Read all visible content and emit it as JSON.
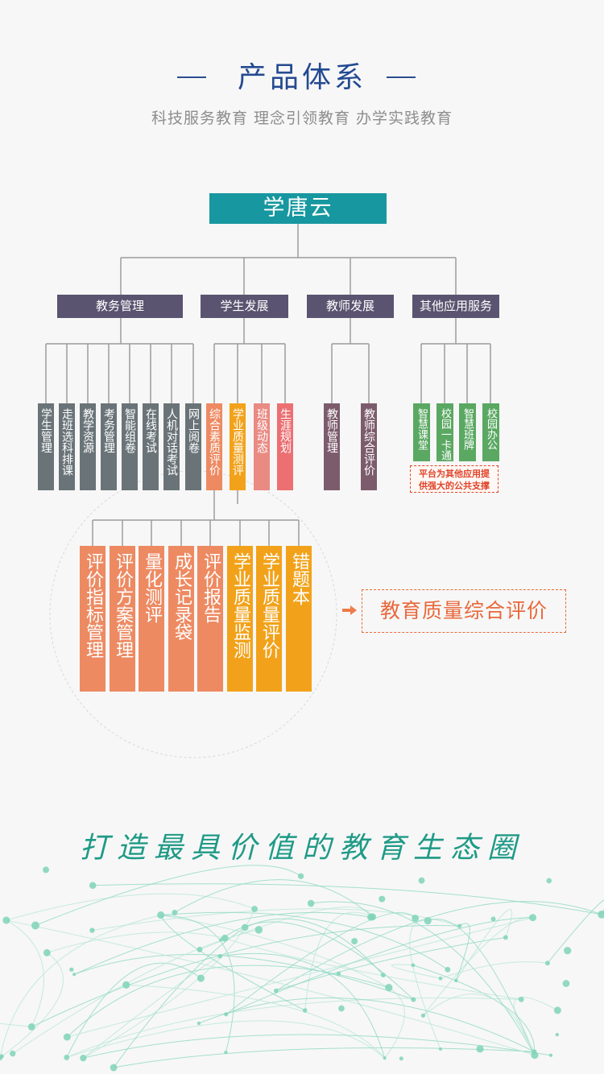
{
  "header": {
    "title": "产品体系",
    "subtitle": "科技服务教育 理念引领教育 办学实践教育"
  },
  "root": {
    "label": "学唐云"
  },
  "categories": [
    {
      "label": "教务管理"
    },
    {
      "label": "学生发展"
    },
    {
      "label": "教师发展"
    },
    {
      "label": "其他应用服务"
    }
  ],
  "academic_items": [
    "学生管理",
    "走班选科排课",
    "教学资源",
    "考务管理",
    "智能组卷",
    "在线考试",
    "人机对话考试",
    "网上阅卷"
  ],
  "student_items": [
    "综合素质评价",
    "学业质量测评",
    "班级动态",
    "生涯规划"
  ],
  "teacher_items": [
    "教师管理",
    "教师综合评价"
  ],
  "service_items": [
    "智慧课堂",
    "校园一卡通",
    "智慧班牌",
    "校园办公"
  ],
  "service_note": {
    "line1": "平台为其他应用提",
    "line2": "供强大的公共支撑"
  },
  "detail_items": [
    "评价指标管理",
    "评价方案管理",
    "量化测评",
    "成长记录袋",
    "评价报告",
    "学业质量监测",
    "学业质量评价",
    "错题本"
  ],
  "result": {
    "label": "教育质量综合评价"
  },
  "slogan": "打造最具价值的教育生态圈",
  "colors": {
    "title": "#234a91",
    "root": "#17979f",
    "category": "#5a5470",
    "academic_leaf": "#6a7478",
    "comprehensive_eval": "#ed8a62",
    "quality_test": "#f2a21a",
    "class_leaf": "#e98a83",
    "career_leaf": "#ec6f72",
    "teacher_leaf": "#7c5c6c",
    "service_leaf": "#5aa862",
    "note": "#e0442a",
    "result": "#e8683b",
    "slogan": "#1e9a86"
  },
  "icons": {
    "arrow": "right-arrow-icon",
    "background": "network-mesh-decoration"
  }
}
